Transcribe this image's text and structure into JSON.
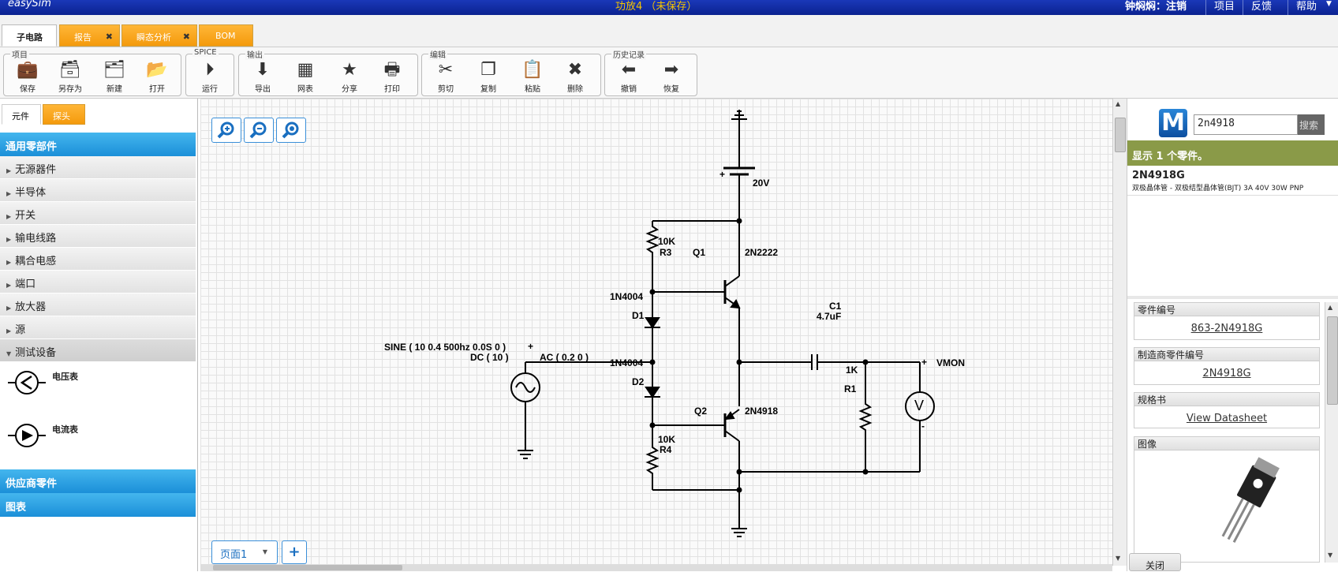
{
  "topbar": {
    "logo": "easySim",
    "title": "功放4 （未保存）",
    "user": "钟焖焖：注销",
    "buttons": [
      "项目",
      "反馈",
      "帮助"
    ]
  },
  "tabs": [
    {
      "label": "子电路",
      "closable": false,
      "active": true
    },
    {
      "label": "报告",
      "closable": true,
      "active": false
    },
    {
      "label": "瞬态分析",
      "closable": true,
      "active": false
    },
    {
      "label": "BOM",
      "closable": false,
      "active": false
    }
  ],
  "toolbar": {
    "groups": [
      {
        "label": "项目",
        "buttons": [
          {
            "label": "保存",
            "icon": "briefcase-icon"
          },
          {
            "label": "另存为",
            "icon": "save-as-icon"
          },
          {
            "label": "新建",
            "icon": "new-icon"
          },
          {
            "label": "打开",
            "icon": "folder-icon"
          }
        ]
      },
      {
        "label": "SPICE",
        "buttons": [
          {
            "label": "运行",
            "icon": "play-icon"
          }
        ]
      },
      {
        "label": "输出",
        "buttons": [
          {
            "label": "导出",
            "icon": "download-icon"
          },
          {
            "label": "网表",
            "icon": "netlist-icon"
          },
          {
            "label": "分享",
            "icon": "star-icon"
          },
          {
            "label": "打印",
            "icon": "printer-icon"
          }
        ]
      },
      {
        "label": "编辑",
        "buttons": [
          {
            "label": "剪切",
            "icon": "scissors-icon"
          },
          {
            "label": "复制",
            "icon": "copy-icon"
          },
          {
            "label": "粘贴",
            "icon": "paste-icon"
          },
          {
            "label": "删除",
            "icon": "delete-icon"
          }
        ]
      },
      {
        "label": "历史记录",
        "buttons": [
          {
            "label": "撤销",
            "icon": "undo-icon"
          },
          {
            "label": "恢复",
            "icon": "redo-icon"
          }
        ]
      }
    ]
  },
  "left_panel": {
    "tabs": [
      "元件",
      "探头"
    ],
    "section_general": "通用零部件",
    "categories": [
      "无源器件",
      "半导体",
      "开关",
      "输电线路",
      "耦合电感",
      "端口",
      "放大器",
      "源",
      "测试设备"
    ],
    "devices": [
      {
        "label": "电压表",
        "icon": "voltmeter-icon"
      },
      {
        "label": "电流表",
        "icon": "ammeter-icon"
      }
    ],
    "section_supplier": "供应商零件",
    "section_charts": "图表"
  },
  "canvas": {
    "page_tab": "页面1",
    "add_page": "+",
    "labels": {
      "battery": "20V",
      "r3_value": "10K",
      "r3_name": "R3",
      "q1_name": "Q1",
      "q1_part": "2N2222",
      "d1_part": "1N4004",
      "d1_name": "D1",
      "d2_part": "1N4004",
      "d2_name": "D2",
      "source": "SINE ( 10 0.4 500hz 0.0S 0 )",
      "dc": "DC ( 10 )",
      "ac": "AC ( 0.2 0 )",
      "c1_name": "C1",
      "c1_value": "4.7uF",
      "r1_value": "1K",
      "r1_name": "R1",
      "vmon": "VMON",
      "meter": "V",
      "q2_name": "Q2",
      "q2_part": "2N4918",
      "r4_value": "10K",
      "r4_name": "R4",
      "plus": "+",
      "minus": "-"
    }
  },
  "right_panel": {
    "search_value": "2n4918",
    "search_button": "搜索",
    "result_count": "显示 1 个零件。",
    "result_part": "2N4918G",
    "result_desc": "双极晶体管 - 双极结型晶体管(BJT) 3A 40V 30W PNP",
    "part_no_label": "零件编号",
    "part_no": "863-2N4918G",
    "mfr_label": "制造商零件编号",
    "mfr_no": "2N4918G",
    "datasheet_label": "规格书",
    "datasheet_link": "View Datasheet",
    "image_label": "图像",
    "close": "关闭"
  }
}
